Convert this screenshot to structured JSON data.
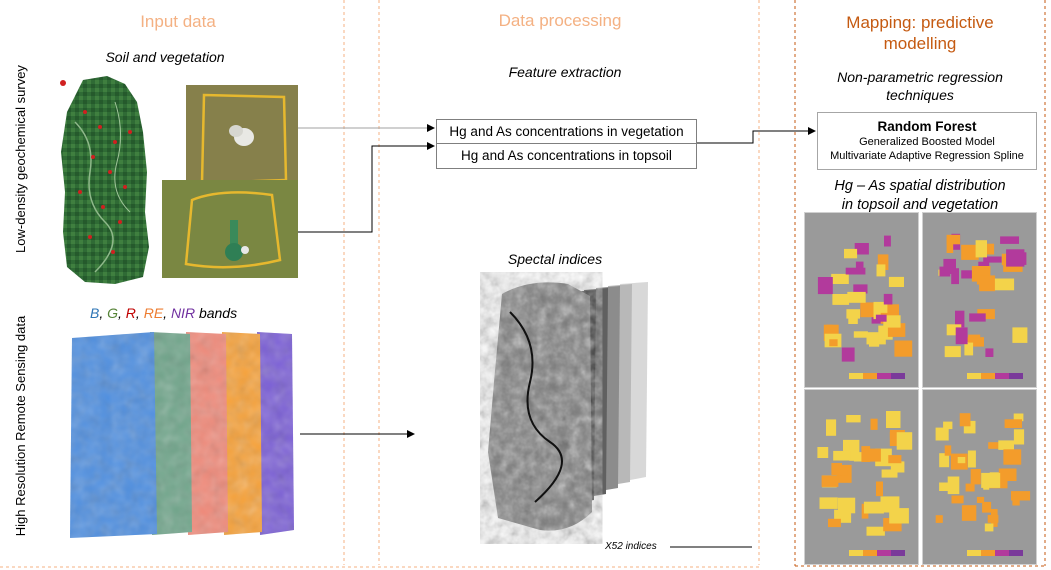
{
  "columns": {
    "input": {
      "title": "Input data"
    },
    "processing": {
      "title": "Data processing"
    },
    "mapping": {
      "title_line1": "Mapping: predictive",
      "title_line2": "modelling"
    }
  },
  "row_labels": {
    "top": "Low-density geochemical survey",
    "bottom": "High Resolution Remote Sensing data"
  },
  "input": {
    "soil_veg_title": "Soil and vegetation",
    "bands": [
      {
        "label": "B",
        "color": "#2e75b6"
      },
      {
        "label": "G",
        "color": "#548235"
      },
      {
        "label": "R",
        "color": "#c00000"
      },
      {
        "label": "RE",
        "color": "#ed7d31"
      },
      {
        "label": "NIR",
        "color": "#7030a0"
      }
    ],
    "bands_suffix": "bands"
  },
  "processing": {
    "feature_title": "Feature extraction",
    "feature_rows": [
      "Hg and As concentrations in vegetation",
      "Hg and As concentrations in topsoil"
    ],
    "spectral_title": "Spectal indices",
    "indices_label": "X52 indices"
  },
  "mapping": {
    "technique_title_line1": "Non-parametric regression",
    "technique_title_line2": "techniques",
    "models": {
      "primary": "Random Forest",
      "secondary": [
        "Generalized Boosted Model",
        "Multivariate Adaptive Regression Spline"
      ]
    },
    "distribution_title_line1": "Hg – As spatial distribution",
    "distribution_title_line2": "in topsoil and vegetation"
  },
  "colors": {
    "title_light": "#f4b183",
    "title_dark": "#c55a11",
    "divider": "#f4b183",
    "arrow": "#000000",
    "map_yellow": "#f3d34a",
    "map_orange": "#f39c2b",
    "map_magenta": "#b23a9c"
  }
}
